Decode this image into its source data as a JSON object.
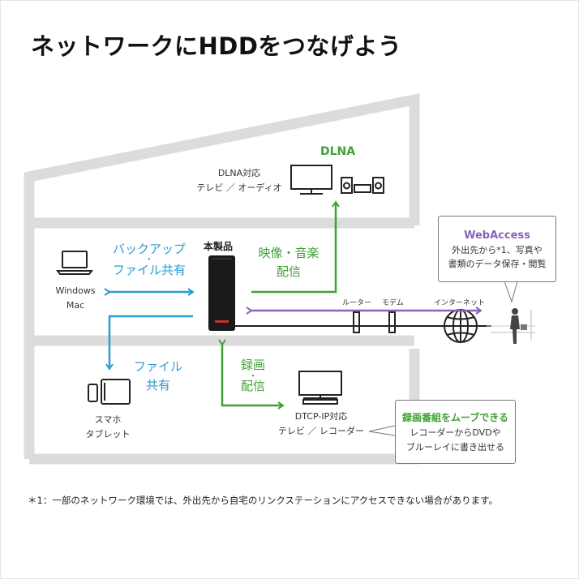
{
  "title": "ネットワークにHDDをつなげよう",
  "dlna": {
    "heading": "DLNA",
    "device_line1": "DLNA対応",
    "device_line2": "テレビ ／ オーディオ"
  },
  "product_label": "本製品",
  "pc": {
    "line1": "Windows",
    "line2": "Mac",
    "arrow_label_line1": "バックアップ",
    "arrow_label_dot": "・",
    "arrow_label_line2": "ファイル共有"
  },
  "video_music": {
    "line1": "映像・音楽",
    "line2": "配信"
  },
  "mobile": {
    "line1": "スマホ",
    "line2": "タブレット",
    "arrow_label_line1": "ファイル",
    "arrow_label_line2": "共有"
  },
  "record": {
    "line1": "録画",
    "dot": "・",
    "line2": "配信",
    "device_line1": "DTCP-IP対応",
    "device_line2": "テレビ ／ レコーダー"
  },
  "network": {
    "router": "ルーター",
    "modem": "モデム",
    "internet": "インターネット"
  },
  "webaccess": {
    "heading": "WebAccess",
    "line1": "外出先から*1、写真や",
    "line2": "書類のデータ保存・閲覧"
  },
  "move_callout": {
    "heading": "録画番組をムーブできる",
    "line1": "レコーダーからDVDや",
    "line2": "ブルーレイに書き出せる"
  },
  "footnote": "＊1：一部のネットワーク環境では、外出先から自宅のリンクステーションにアクセスできない場合があります。",
  "colors": {
    "blue": "#2f9bd0",
    "green": "#3fa233",
    "purple": "#8a63b8",
    "house": "#dcdcdc"
  }
}
